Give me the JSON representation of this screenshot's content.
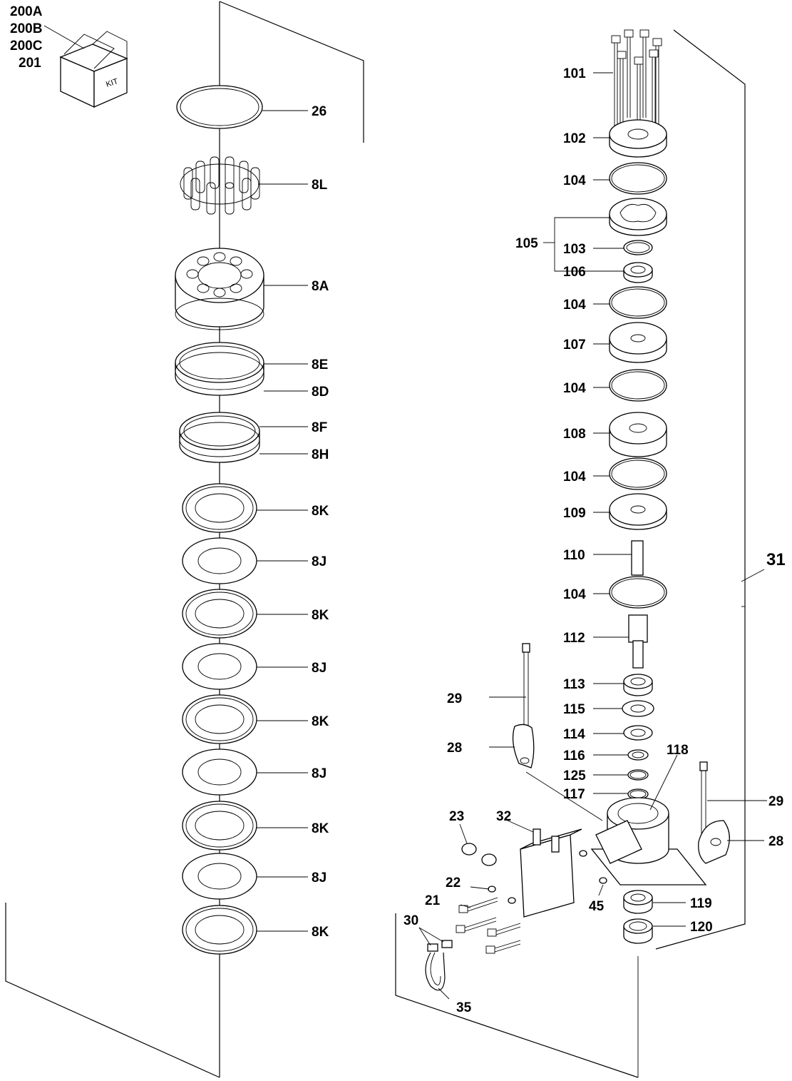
{
  "kit": {
    "box_label": "KIT",
    "codes": [
      "200A",
      "200B",
      "200C",
      "201"
    ]
  },
  "left_stack": {
    "labels": [
      "26",
      "8L",
      "8A",
      "8E",
      "8D",
      "8F",
      "8H",
      "8K",
      "8J",
      "8K",
      "8J",
      "8K",
      "8J",
      "8K",
      "8J",
      "8K"
    ]
  },
  "right_stack": {
    "labels": [
      "101",
      "102",
      "104",
      "105",
      "103",
      "106",
      "104",
      "107",
      "104",
      "108",
      "104",
      "109",
      "110",
      "104",
      "112",
      "113",
      "115",
      "114",
      "116",
      "125",
      "117",
      "118",
      "119",
      "120"
    ]
  },
  "assembly": {
    "label": "31"
  },
  "side_parts": {
    "labels": [
      "29",
      "28",
      "29",
      "28",
      "32",
      "23",
      "22",
      "21",
      "30",
      "35",
      "45"
    ]
  }
}
